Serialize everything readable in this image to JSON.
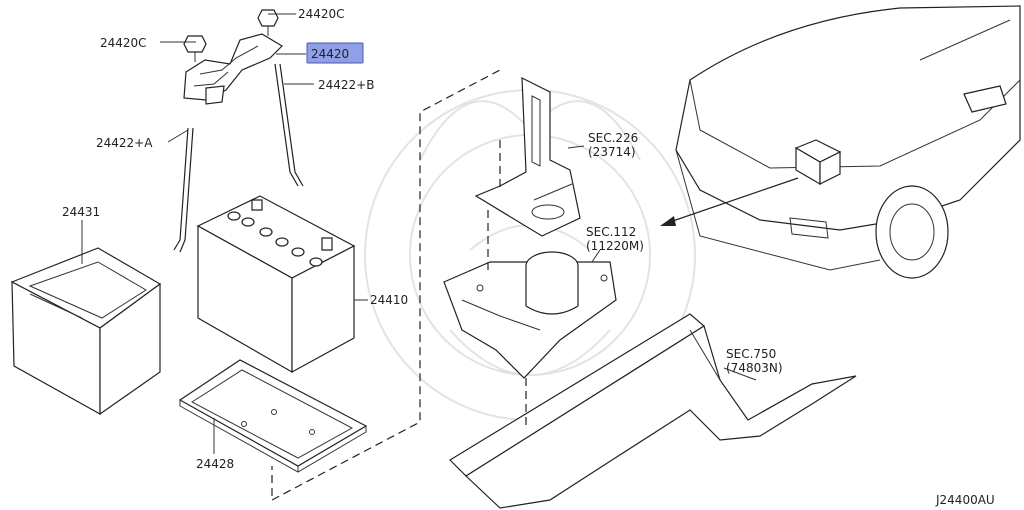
{
  "callouts": {
    "nut_upper": "24420C",
    "nut_left": "24420C",
    "frame": "24420",
    "rod_b": "24422+B",
    "rod_a": "24422+A",
    "cover": "24431",
    "battery": "24410",
    "tray": "24428"
  },
  "sections": {
    "sec226": "SEC.226",
    "sec226_part": "(23714)",
    "sec112": "SEC.112",
    "sec112_part": "(11220M)",
    "sec750": "SEC.750",
    "sec750_part": "(74803N)"
  },
  "diagram_code": "J24400AU",
  "highlight_color": "#8fa0e6"
}
